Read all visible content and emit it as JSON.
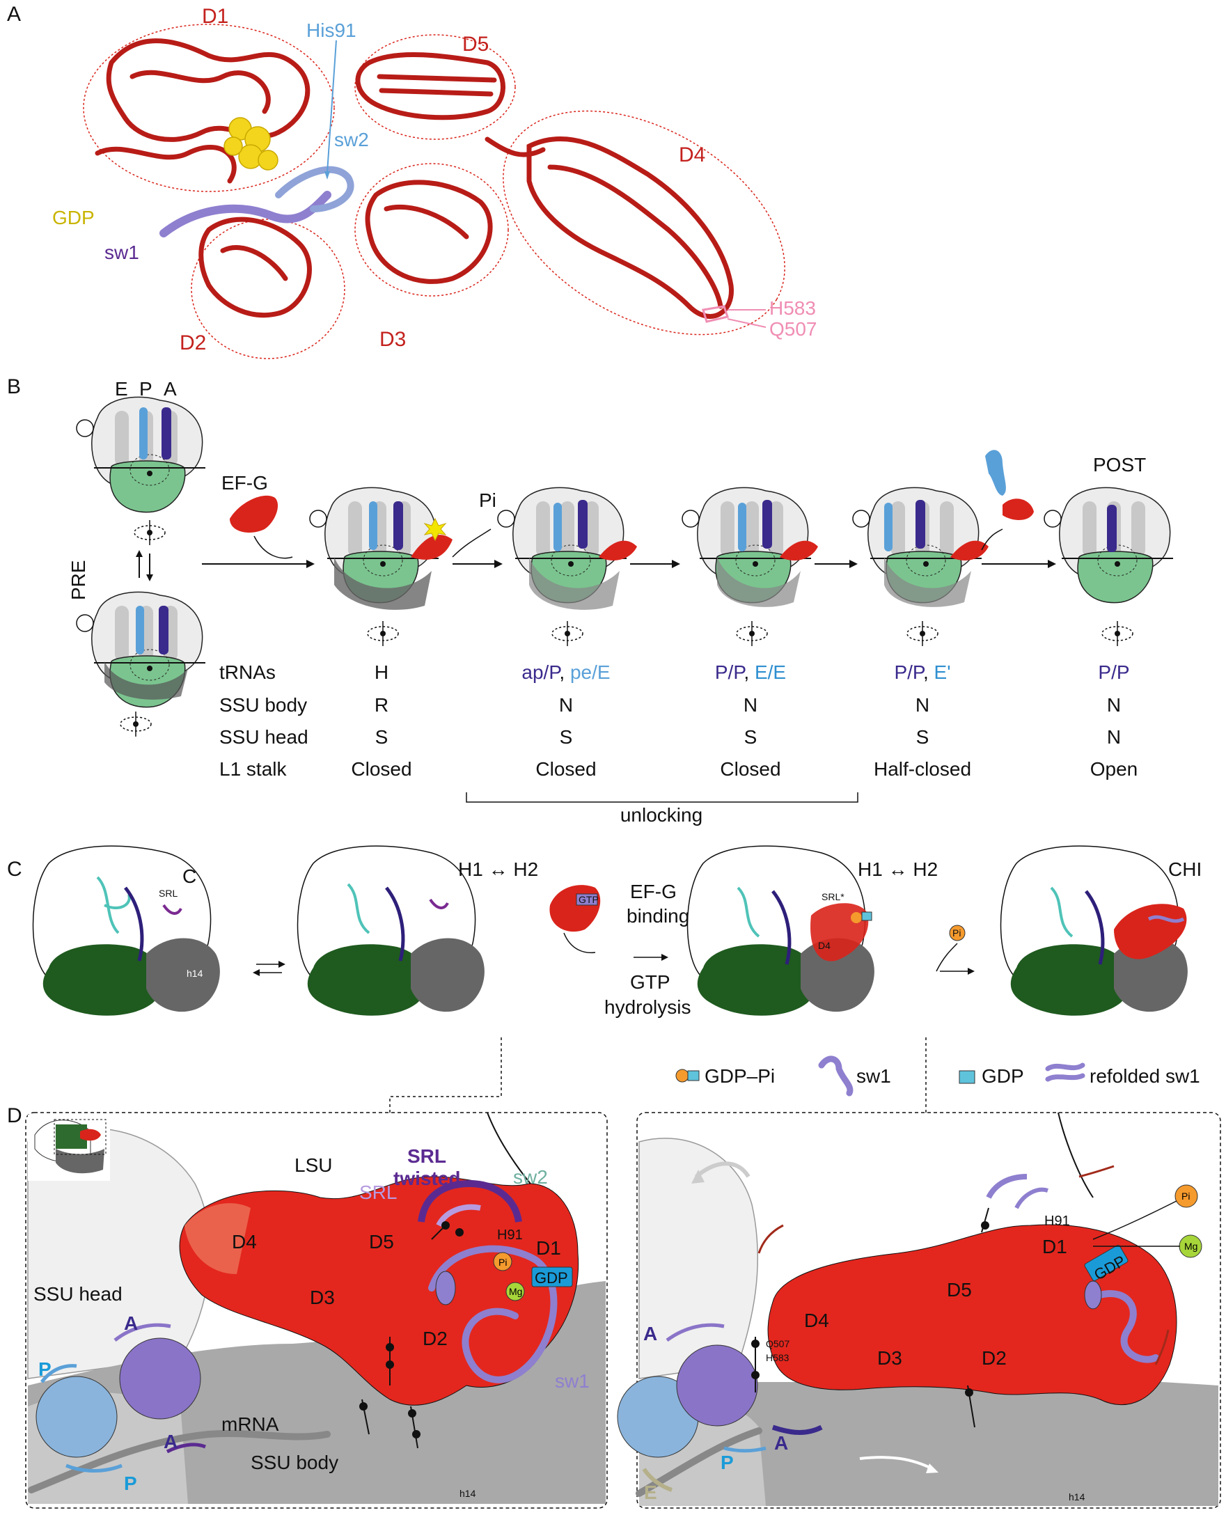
{
  "panel_letters": [
    "A",
    "B",
    "C",
    "D"
  ],
  "panel_a": {
    "domains": [
      "D1",
      "D2",
      "D3",
      "D4",
      "D5"
    ],
    "labels": {
      "his91": "His91",
      "sw2": "sw2",
      "gdp": "GDP",
      "sw1": "sw1",
      "h583": "H583",
      "q507": "Q507"
    }
  },
  "panel_b": {
    "sites": [
      "E",
      "P",
      "A"
    ],
    "pre": "PRE",
    "efg": "EF-G",
    "pi": "Pi",
    "post": "POST",
    "row_headers": [
      "tRNAs",
      "SSU body",
      "SSU head",
      "L1 stalk"
    ],
    "columns": [
      {
        "trnas": [
          {
            "t": "H",
            "c": "#111111"
          }
        ],
        "body": "R",
        "head": "S",
        "l1": "Closed"
      },
      {
        "trnas": [
          {
            "t": "ap/P",
            "c": "#3a2a8c"
          },
          {
            "t": ", ",
            "c": "#111111"
          },
          {
            "t": "pe/E",
            "c": "#5aa0d8"
          }
        ],
        "body": "N",
        "head": "S",
        "l1": "Closed"
      },
      {
        "trnas": [
          {
            "t": "P/P",
            "c": "#3a2a8c"
          },
          {
            "t": ", ",
            "c": "#111111"
          },
          {
            "t": "E/E",
            "c": "#2f8fd0"
          }
        ],
        "body": "N",
        "head": "S",
        "l1": "Closed"
      },
      {
        "trnas": [
          {
            "t": "P/P",
            "c": "#3a2a8c"
          },
          {
            "t": ", ",
            "c": "#111111"
          },
          {
            "t": "E'",
            "c": "#2f8fd0"
          }
        ],
        "body": "N",
        "head": "S",
        "l1": "Half-closed"
      },
      {
        "trnas": [
          {
            "t": "P/P",
            "c": "#3a2a8c"
          }
        ],
        "body": "N",
        "head": "N",
        "l1": "Open"
      }
    ],
    "unlocking": "unlocking"
  },
  "panel_c": {
    "state_c": "C",
    "srl": "SRL",
    "h14": "h14",
    "h1h2": "H1 ↔ H2",
    "gtp": "GTP",
    "efg_binding": [
      "EF-G",
      "binding"
    ],
    "gtp_hydrolysis": [
      "GTP",
      "hydrolysis"
    ],
    "srl_star": "SRL*",
    "d4": "D4",
    "pi_small": "Pi",
    "chi": "CHI",
    "legend": {
      "gdp_pi": "GDP–Pi",
      "sw1": "sw1",
      "gdp": "GDP",
      "refolded_sw1": "refolded sw1"
    }
  },
  "panel_d": {
    "left": {
      "lsu": "LSU",
      "srl": "SRL",
      "srl_twisted": [
        "SRL",
        "twisted"
      ],
      "sw2": "sw2",
      "h91": "H91",
      "d1": "D1",
      "pi": "Pi",
      "gdp": "GDP",
      "mg": "Mg",
      "d4": "D4",
      "d5": "D5",
      "d3": "D3",
      "d2": "D2",
      "sw1": "sw1",
      "ssu_head": "SSU head",
      "ssu_body": "SSU body",
      "mrna": "mRNA",
      "a_top": "A",
      "p_left": "P",
      "a_bottom": "A",
      "p_bottom": "P",
      "h14": "h14"
    },
    "right": {
      "h91": "H91",
      "pi": "Pi",
      "mg": "Mg",
      "d1": "D1",
      "gdp": "GDP",
      "d5": "D5",
      "d4": "D4",
      "d3": "D3",
      "d2": "D2",
      "q507": "Q507",
      "h583": "H583",
      "a_top": "A",
      "a_bottom": "A",
      "p": "P",
      "e": "E",
      "h14": "h14"
    }
  },
  "colors": {
    "efg_red": "#d9241b",
    "domain_red": "#c3211d",
    "his_blue": "#5aa0d8",
    "gdp_yellow": "#f2d51c",
    "sw_purple": "#b3a3d8",
    "trna_purple": "#3a2a8c",
    "ssu_green": "#2e6b2e",
    "pink": "#f08db3"
  }
}
